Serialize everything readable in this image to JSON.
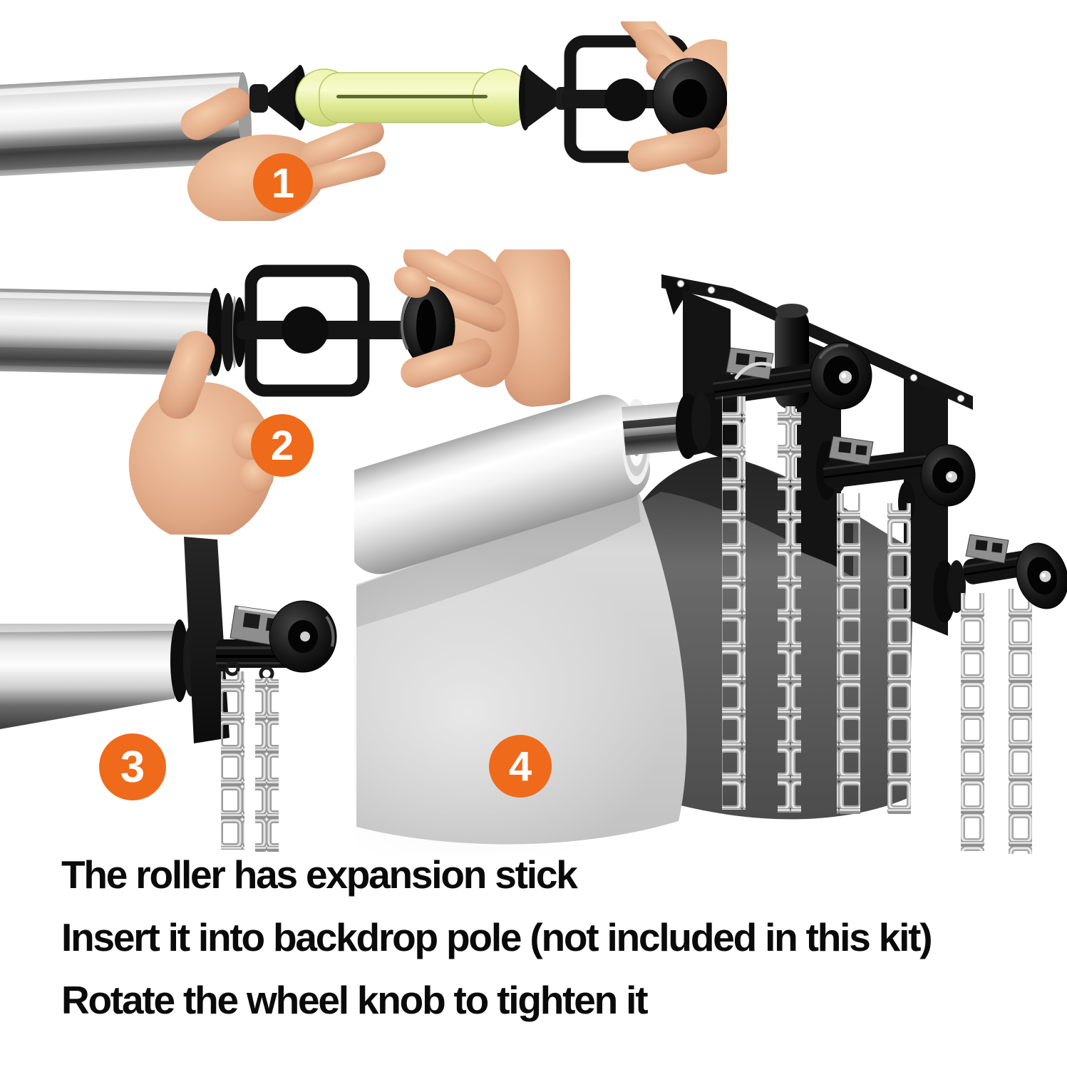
{
  "colors": {
    "accent": "#ef6a1a",
    "text": "#0a0a0a",
    "backdrop-light": "#cfcfcf",
    "backdrop-dark": "#565656",
    "hardware-black": "#141414",
    "chrome": "#e8e8e8",
    "expansion-stick-yellow": "#e9f0a0",
    "chain-silver": "#c0c0c0"
  },
  "steps": [
    {
      "number": "1",
      "icon": "pole-and-expansion-stick-photo"
    },
    {
      "number": "2",
      "icon": "attach-square-bracket-knob-photo"
    },
    {
      "number": "3",
      "icon": "wall-bracket-with-chain-photo"
    },
    {
      "number": "4",
      "icon": "ceiling-mount-three-rollers-photo"
    }
  ],
  "captions": {
    "line1": "The roller has expansion stick",
    "line2": "Insert it into backdrop pole (not included in this kit)",
    "line3": "Rotate the wheel knob to tighten it"
  }
}
